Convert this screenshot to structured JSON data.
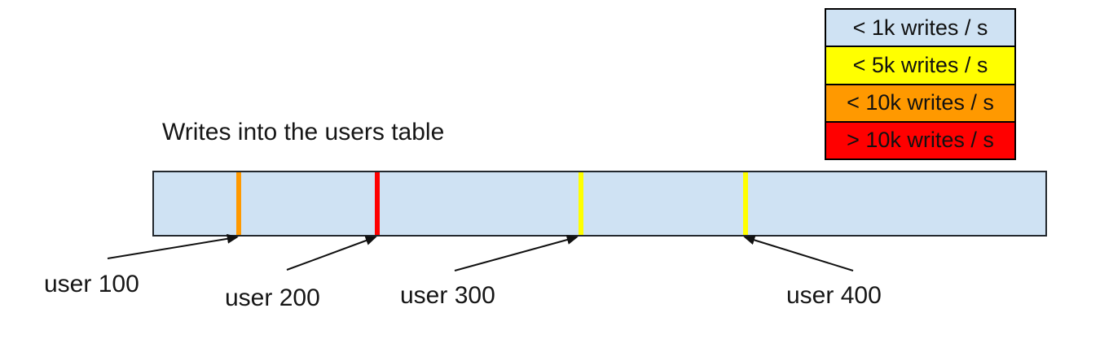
{
  "title": "Writes into the users table",
  "legend": {
    "items": [
      {
        "label": "< 1k writes / s",
        "color": "#cfe2f3"
      },
      {
        "label": "< 5k writes / s",
        "color": "#ffff00"
      },
      {
        "label": "< 10k writes / s",
        "color": "#ff9900"
      },
      {
        "label": "> 10k writes / s",
        "color": "#ff0000"
      }
    ]
  },
  "bar": {
    "fill": "#cfe2f3",
    "stripes": [
      {
        "user": "user 100",
        "color": "#ff9900"
      },
      {
        "user": "user 200",
        "color": "#ff0000"
      },
      {
        "user": "user 300",
        "color": "#ffff00"
      },
      {
        "user": "user 400",
        "color": "#ffff00"
      }
    ]
  },
  "user_labels": [
    "user 100",
    "user 200",
    "user 300",
    "user 400"
  ],
  "arrow_color": "#111111"
}
